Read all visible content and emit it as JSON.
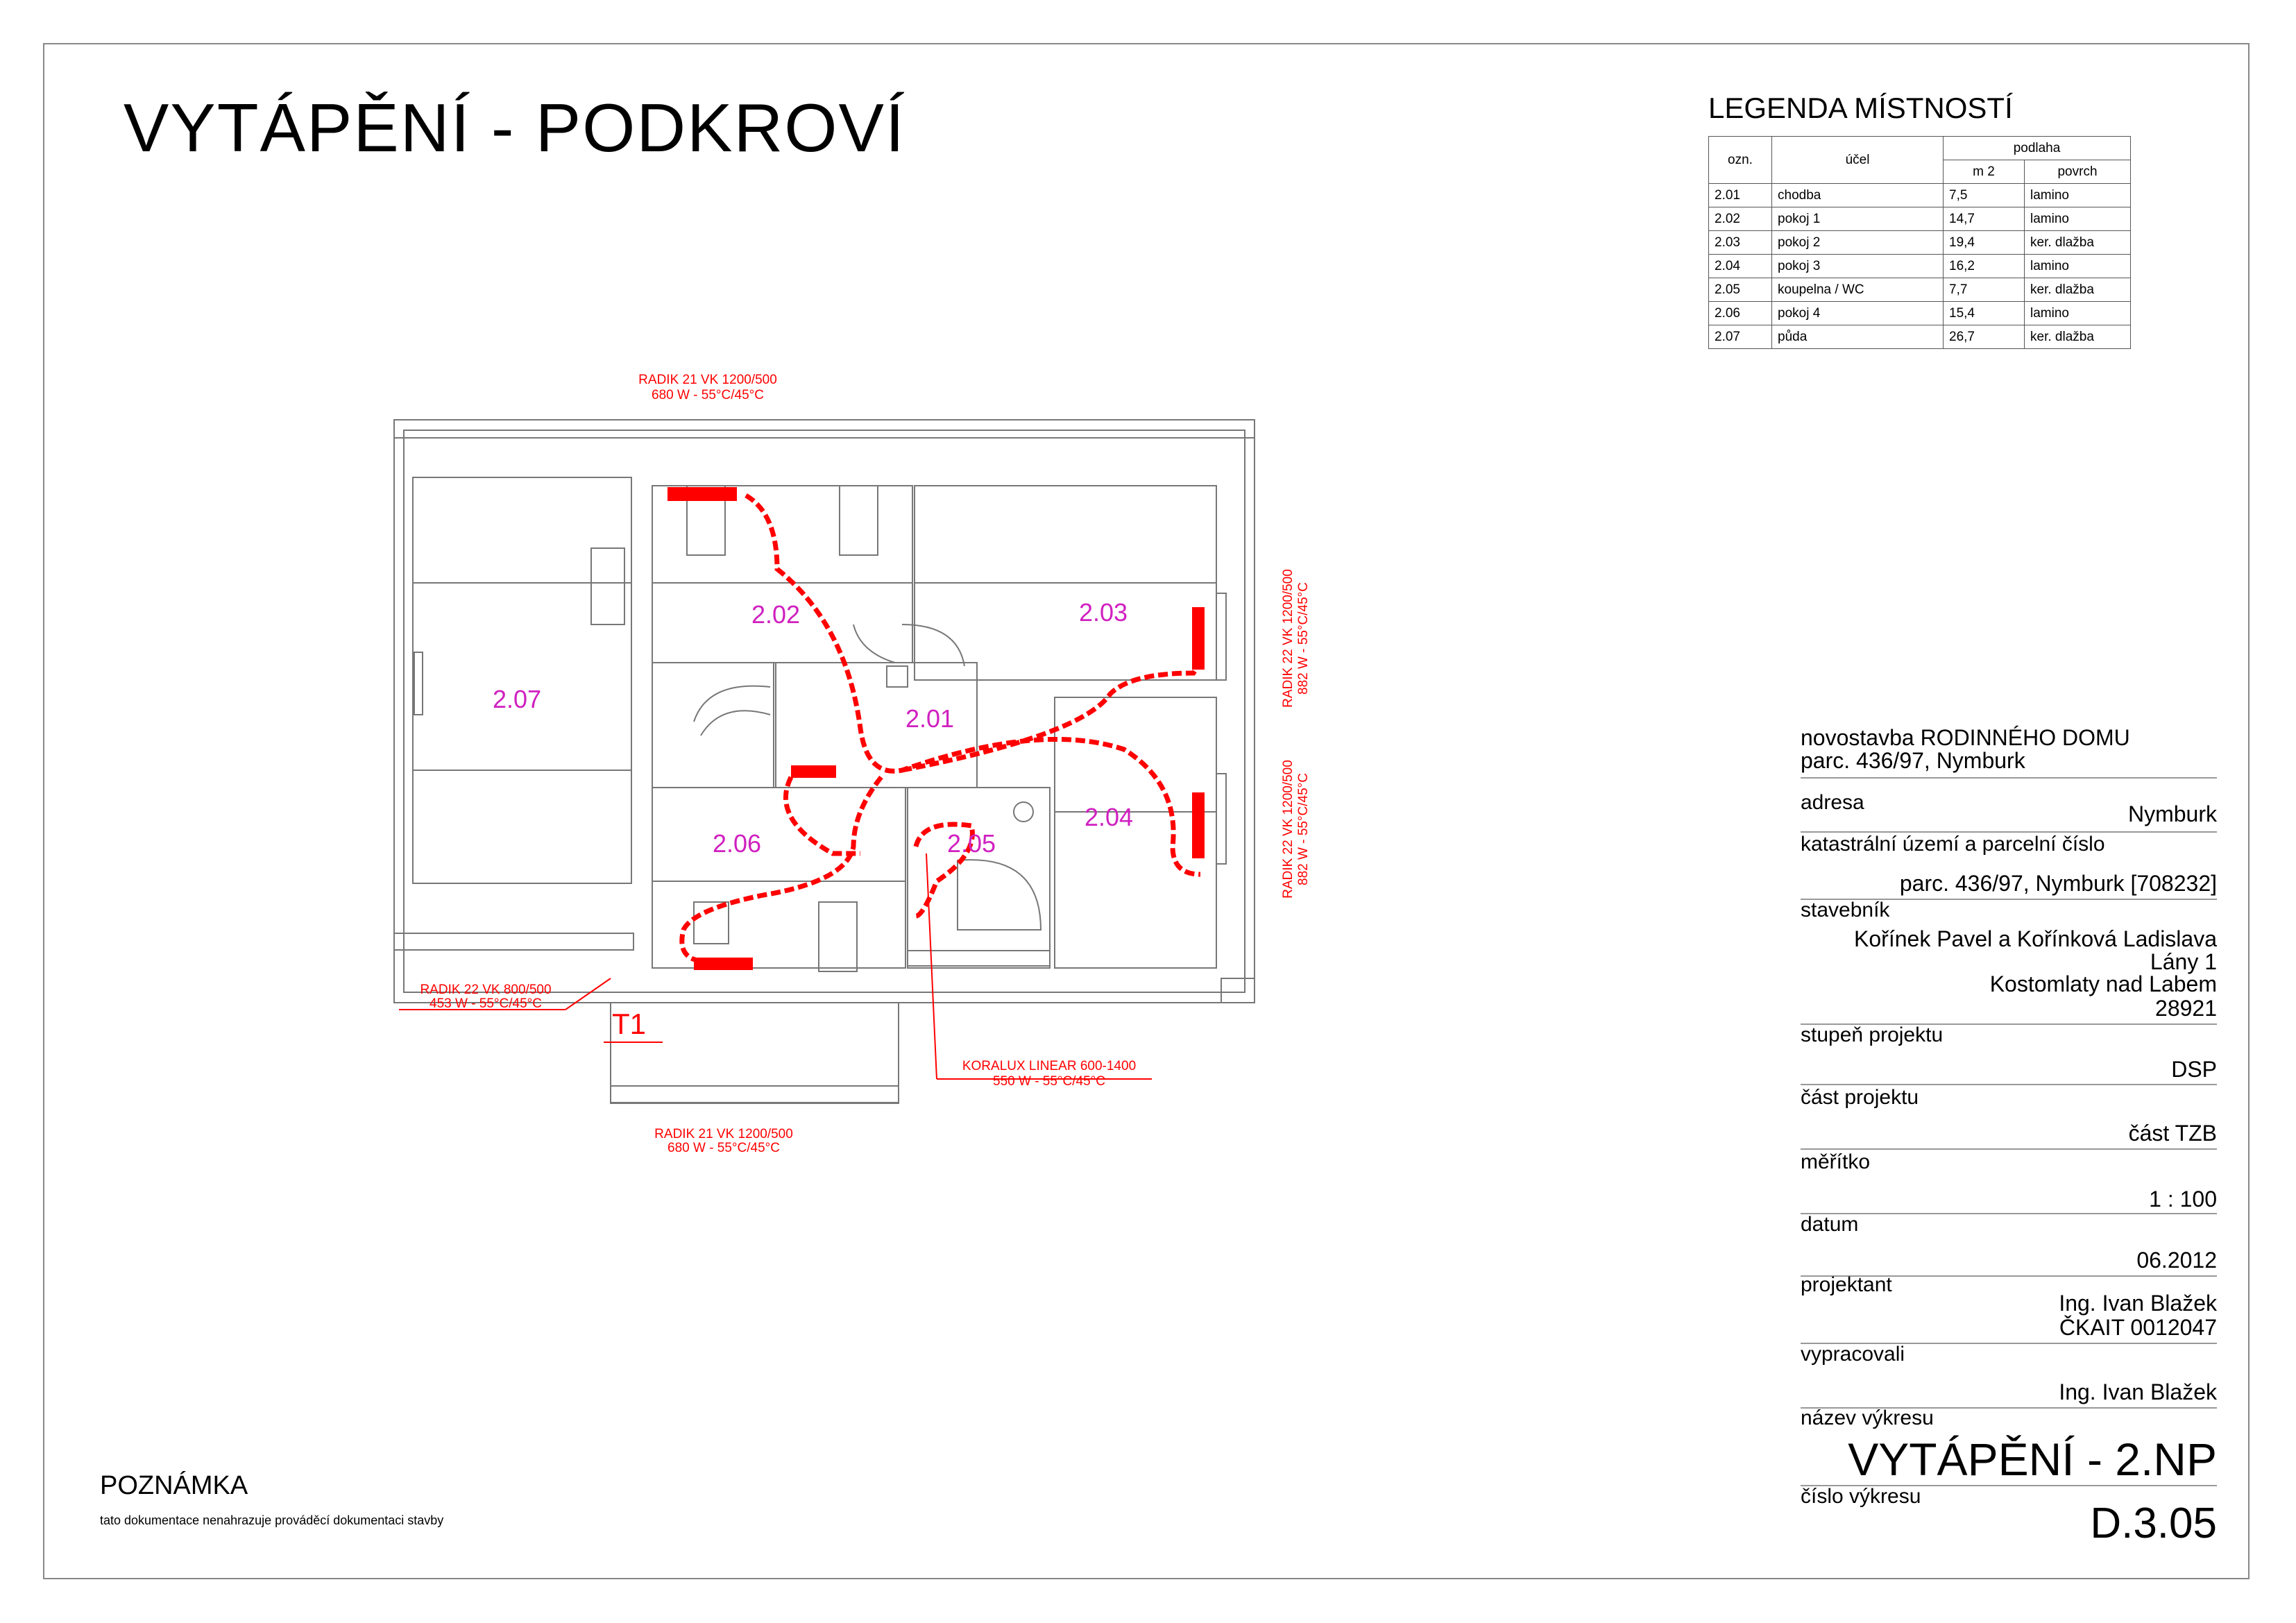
{
  "title": "VYTÁPĚNÍ - PODKROVÍ",
  "legend": {
    "title": "LEGENDA MÍSTNOSTÍ",
    "headers": {
      "code": "ozn.",
      "purpose": "účel",
      "floor": "podlaha",
      "area": "m 2",
      "surface": "povrch"
    },
    "rows": [
      {
        "code": "2.01",
        "purpose": "chodba",
        "area": "7,5",
        "surface": "lamino"
      },
      {
        "code": "2.02",
        "purpose": "pokoj 1",
        "area": "14,7",
        "surface": "lamino"
      },
      {
        "code": "2.03",
        "purpose": "pokoj 2",
        "area": "19,4",
        "surface": "ker. dlažba"
      },
      {
        "code": "2.04",
        "purpose": "pokoj 3",
        "area": "16,2",
        "surface": "lamino"
      },
      {
        "code": "2.05",
        "purpose": "koupelna / WC",
        "area": "7,7",
        "surface": "ker. dlažba"
      },
      {
        "code": "2.06",
        "purpose": "pokoj 4",
        "area": "15,4",
        "surface": "lamino"
      },
      {
        "code": "2.07",
        "purpose": "půda",
        "area": "26,7",
        "surface": "ker. dlažba"
      }
    ]
  },
  "plan": {
    "rooms": [
      "2.01",
      "2.02",
      "2.03",
      "2.04",
      "2.05",
      "2.06",
      "2.07"
    ],
    "radiators": {
      "top": {
        "type": "RADIK 21 VK 1200/500",
        "power": "680 W - 55°C/45°C"
      },
      "right_upper": {
        "type": "RADIK 22 VK 1200/500",
        "power": "882 W - 55°C/45°C"
      },
      "right_lower": {
        "type": "RADIK 22 VK 1200/500",
        "power": "882 W - 55°C/45°C"
      },
      "left": {
        "type": "RADIK 22 VK 800/500",
        "power": "453 W - 55°C/45°C"
      },
      "bathroom": {
        "type": "KORALUX LINEAR 600-1400",
        "power": "550 W - 55°C/45°C"
      },
      "bottom": {
        "type": "RADIK 21 VK 1200/500",
        "power": "680 W - 55°C/45°C"
      }
    },
    "riser": "T1",
    "pipe_color": "#ff0000",
    "room_label_color": "#d020c0"
  },
  "title_block": {
    "project": "novostavba RODINNÉHO DOMU",
    "parcel_line": "parc. 436/97, Nymburk",
    "address_label": "adresa",
    "address": "Nymburk",
    "cadastral_label": "katastrální území a parcelní číslo",
    "cadastral": "parc. 436/97, Nymburk [708232]",
    "builder_label": "stavebník",
    "builder_name": "Kořínek Pavel a Kořínková Ladislava",
    "builder_street": "Lány 1",
    "builder_city": "Kostomlaty nad Labem",
    "builder_zip": "28921",
    "stage_label": "stupeň projektu",
    "stage": "DSP",
    "part_label": "část projektu",
    "part": "část TZB",
    "scale_label": "měřítko",
    "scale": "1 : 100",
    "date_label": "datum",
    "date": "06.2012",
    "designer_label": "projektant",
    "designer": "Ing. Ivan Blažek",
    "designer_id": "ČKAIT 0012047",
    "prepared_label": "vypracovali",
    "prepared": "Ing. Ivan Blažek",
    "drawing_name_label": "název výkresu",
    "drawing_name": "VYTÁPĚNÍ - 2.NP",
    "drawing_no_label": "číslo výkresu",
    "drawing_no": "D.3.05"
  },
  "note": {
    "title": "POZNÁMKA",
    "text": "tato dokumentace nenahrazuje prováděcí dokumentaci stavby"
  }
}
